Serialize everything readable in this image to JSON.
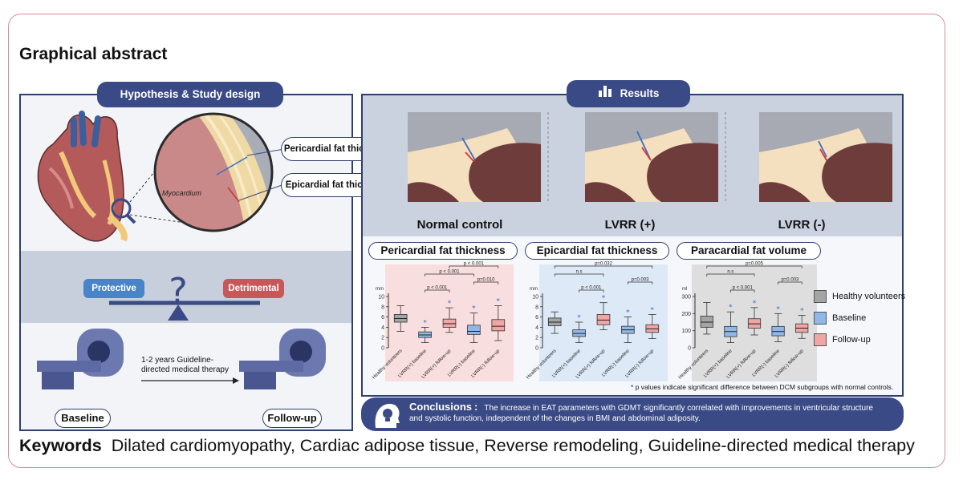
{
  "header": {
    "title": "Graphical abstract"
  },
  "hypothesis": {
    "heading": "Hypothesis & Study design",
    "myocardium_label": "Myocardium",
    "pericardial_callout": "Pericardial fat thickness",
    "epicardial_callout": "Epicardial fat thickness",
    "protective_label": "Protective",
    "detrimental_label": "Detrimental",
    "question_mark": "?",
    "therapy_text_line1": "1-2 years Guideline-",
    "therapy_text_line2": "directed medical therapy",
    "baseline_label": "Baseline",
    "followup_label": "Follow-up"
  },
  "results": {
    "heading": "Results",
    "columns": [
      "Normal control",
      "LVRR (+)",
      "LVRR (-)"
    ]
  },
  "colors": {
    "navy": "#3a4a86",
    "protective": "#4a84c8",
    "detrimental": "#c8575a",
    "healthy": "#a4a4a4",
    "baseline": "#8fb8e6",
    "followup": "#f1a6a6"
  },
  "chart_data": [
    {
      "type": "box",
      "title": "Pericardial fat thickness",
      "ylabel": "mm",
      "ylim": [
        0,
        10
      ],
      "yticks": [
        0,
        2,
        4,
        6,
        8,
        10
      ],
      "categories": [
        "Healthy volunteers",
        "LVRR(+) baseline",
        "LVRR(+) follow-up",
        "LVRR(-) baseline",
        "LVRR(-) follow-up"
      ],
      "boxes": [
        {
          "min": 3.2,
          "q1": 5.0,
          "median": 5.7,
          "q3": 6.5,
          "max": 8.2
        },
        {
          "min": 1.0,
          "q1": 2.0,
          "median": 2.5,
          "q3": 3.1,
          "max": 4.0
        },
        {
          "min": 3.0,
          "q1": 4.0,
          "median": 4.7,
          "q3": 5.6,
          "max": 7.8
        },
        {
          "min": 1.0,
          "q1": 2.6,
          "median": 3.2,
          "q3": 4.4,
          "max": 6.8
        },
        {
          "min": 1.4,
          "q1": 3.3,
          "median": 4.2,
          "q3": 5.5,
          "max": 8.2
        }
      ],
      "starred": [
        1,
        2,
        3,
        4
      ],
      "comparisons": [
        {
          "from": 1,
          "to": 2,
          "label": "p < 0.001"
        },
        {
          "from": 3,
          "to": 4,
          "label": "p=0.010"
        },
        {
          "from": 1,
          "to": 3,
          "label": "p < 0.001"
        },
        {
          "from": 2,
          "to": 4,
          "label": "p < 0.001"
        }
      ],
      "panel_color": "#f8dede"
    },
    {
      "type": "box",
      "title": "Epicardial fat thickness",
      "ylabel": "mm",
      "ylim": [
        0,
        10
      ],
      "yticks": [
        0,
        2,
        4,
        6,
        8,
        10
      ],
      "categories": [
        "Healthy volunteers",
        "LVRR(+) baseline",
        "LVRR(+) follow-up",
        "LVRR(-) baseline",
        "LVRR(-) follow-up"
      ],
      "boxes": [
        {
          "min": 2.8,
          "q1": 4.3,
          "median": 5.0,
          "q3": 5.8,
          "max": 7.0
        },
        {
          "min": 1.0,
          "q1": 2.2,
          "median": 2.8,
          "q3": 3.5,
          "max": 5.0
        },
        {
          "min": 3.5,
          "q1": 4.5,
          "median": 5.4,
          "q3": 6.5,
          "max": 8.8
        },
        {
          "min": 1.0,
          "q1": 2.8,
          "median": 3.5,
          "q3": 4.2,
          "max": 6.0
        },
        {
          "min": 1.8,
          "q1": 3.0,
          "median": 3.7,
          "q3": 4.5,
          "max": 6.5
        }
      ],
      "starred": [
        1,
        2,
        3,
        4
      ],
      "comparisons": [
        {
          "from": 1,
          "to": 2,
          "label": "p < 0.001"
        },
        {
          "from": 3,
          "to": 4,
          "label": "p=0.003"
        },
        {
          "from": 0,
          "to": 2,
          "label": "n.s"
        },
        {
          "from": 0,
          "to": 4,
          "label": "p=0.032"
        }
      ],
      "panel_color": "#dde9f6"
    },
    {
      "type": "box",
      "title": "Paracardial fat volume",
      "ylabel": "ml",
      "ylim": [
        0,
        300
      ],
      "yticks": [
        0,
        100,
        200,
        300
      ],
      "categories": [
        "Healthy volunteers",
        "LVRR(+) baseline",
        "LVRR(+) follow-up",
        "LVRR(-) baseline",
        "LVRR(-) follow-up"
      ],
      "boxes": [
        {
          "min": 80,
          "q1": 120,
          "median": 150,
          "q3": 185,
          "max": 265
        },
        {
          "min": 30,
          "q1": 65,
          "median": 95,
          "q3": 125,
          "max": 210
        },
        {
          "min": 75,
          "q1": 115,
          "median": 140,
          "q3": 170,
          "max": 235
        },
        {
          "min": 35,
          "q1": 70,
          "median": 95,
          "q3": 125,
          "max": 200
        },
        {
          "min": 55,
          "q1": 90,
          "median": 115,
          "q3": 140,
          "max": 190
        }
      ],
      "starred": [
        1,
        2,
        3,
        4
      ],
      "comparisons": [
        {
          "from": 1,
          "to": 2,
          "label": "p < 0.001"
        },
        {
          "from": 3,
          "to": 4,
          "label": "p=0.003"
        },
        {
          "from": 0,
          "to": 2,
          "label": "n.s"
        },
        {
          "from": 0,
          "to": 4,
          "label": "p=0.005"
        }
      ],
      "panel_color": "#dedede"
    }
  ],
  "legend": {
    "items": [
      "Healthy volunteers",
      "Baseline",
      "Follow-up"
    ],
    "footnote": "p values indicate significant difference between DCM subgroups with normal controls.",
    "footnote_marker": "*"
  },
  "conclusions": {
    "label": "Conclusions",
    "separator": ":",
    "text_line1": "The increase in EAT parameters with GDMT significantly correlated with improvements in ventricular structure",
    "text_line2": "and systolic function, independent of the changes in BMI and abdominal adiposity."
  },
  "keywords": {
    "label": "Keywords",
    "text": "Dilated cardiomyopathy, Cardiac adipose tissue, Reverse remodeling, Guideline-directed medical therapy"
  }
}
